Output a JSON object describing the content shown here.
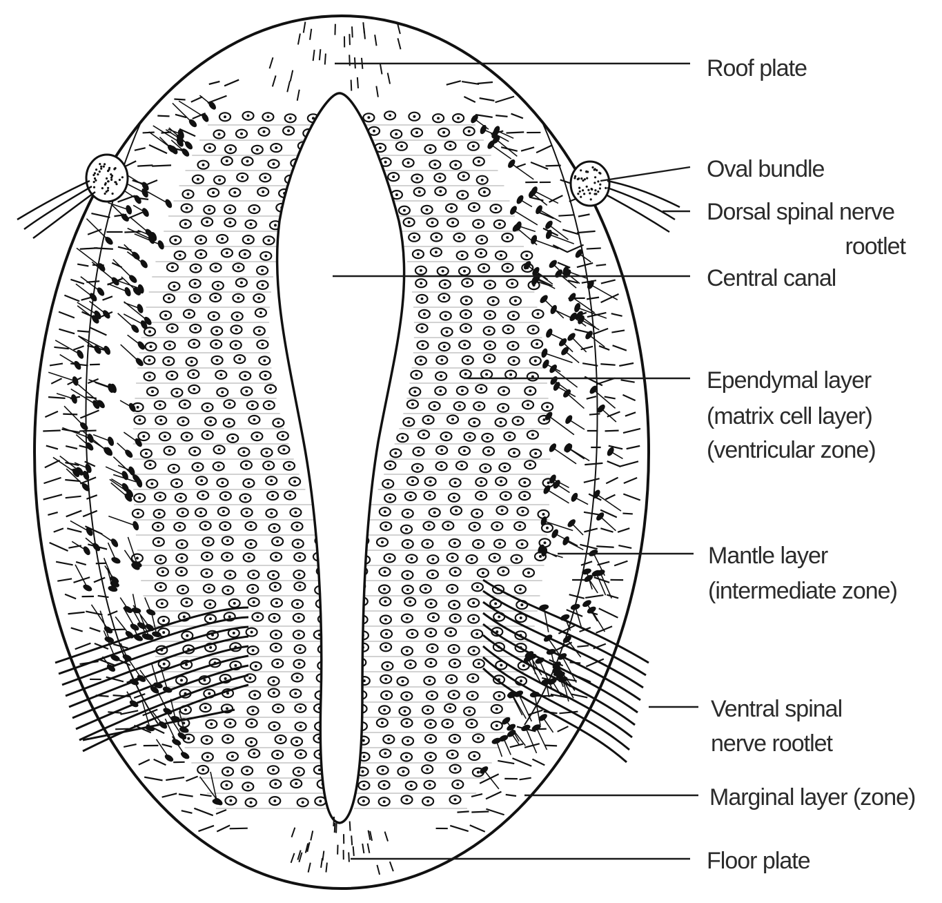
{
  "labels": {
    "roof_plate": "Roof plate",
    "oval_bundle": "Oval bundle",
    "dorsal_root_line1": "Dorsal spinal nerve",
    "dorsal_root_line2": "rootlet",
    "central_canal": "Central canal",
    "ependymal_line1": "Ependymal layer",
    "ependymal_line2": "(matrix cell layer)",
    "ependymal_line3": "(ventricular zone)",
    "mantle_line1": "Mantle layer",
    "mantle_line2": "(intermediate zone)",
    "ventral_root_line1": "Ventral spinal",
    "ventral_root_line2": "nerve rootlet",
    "marginal": "Marginal layer (zone)",
    "floor_plate": "Floor plate"
  },
  "colors": {
    "ink": "#111111",
    "label_text": "#2b2b2b",
    "background": "#ffffff"
  }
}
